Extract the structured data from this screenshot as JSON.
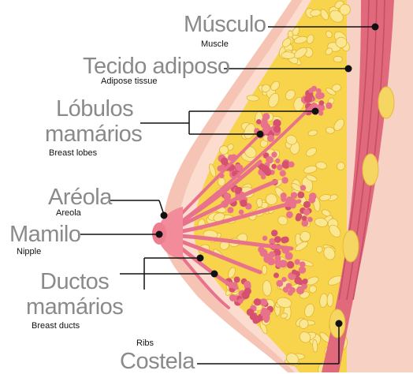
{
  "labels": {
    "muscle": {
      "pt": "Músculo",
      "en": "Muscle"
    },
    "adipose": {
      "pt": "Tecido adiposo",
      "en": "Adipose tissue"
    },
    "lobes": {
      "pt_line1": "Lóbulos",
      "pt_line2": "mamários",
      "en": "Breast lobes"
    },
    "areola": {
      "pt": "Aréola",
      "en": "Areola"
    },
    "nipple": {
      "pt": "Mamilo",
      "en": "Nipple"
    },
    "ducts": {
      "pt_line1": "Ductos",
      "pt_line2": "mamários",
      "en": "Breast ducts"
    },
    "ribs": {
      "pt": "Costela",
      "en": "Ribs"
    }
  },
  "colors": {
    "skin_outer": "#f6c4b4",
    "skin_inner": "#fbdccf",
    "fat": "#f7d44c",
    "fat_cell": "#fbe692",
    "fat_outline": "#e2b62a",
    "lobule": "#e8728c",
    "lobule_dot": "#d6506f",
    "muscle": "#e06a7c",
    "muscle_dark": "#c84e63",
    "chest_wall": "#f7d2c4",
    "rib": "#f6d662",
    "leader": "#111111",
    "label_pt": "#8a8a8a"
  }
}
